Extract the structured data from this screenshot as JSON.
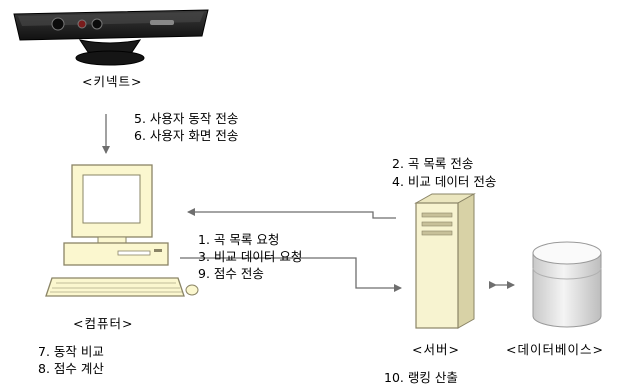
{
  "nodes": {
    "kinect": "<키넥트>",
    "computer": "<컴퓨터>",
    "server": "<서버>",
    "database": "<데이터베이스>"
  },
  "steps": {
    "kinect_to_computer": [
      "5. 사용자 동작 전송",
      "6. 사용자 화면 전송"
    ],
    "server_to_computer": [
      "2. 곡 목록 전송",
      "4. 비교 데이터 전송"
    ],
    "computer_to_server": [
      "1. 곡 목록 요청",
      "3. 비교 데이터 요청",
      "9. 점수 전송"
    ],
    "computer_local": [
      "7. 동작 비교",
      "8. 점수 계산"
    ],
    "server_local": [
      "10. 랭킹 산출"
    ]
  },
  "colors": {
    "computer_fill": "#fbf7cf",
    "computer_stroke": "#8a8466",
    "server_fill": "#f7f3d0",
    "db_fill": "#e9e9e9",
    "kinect_fill": "#1e1e1e",
    "arrow": "#6e6e6e"
  }
}
